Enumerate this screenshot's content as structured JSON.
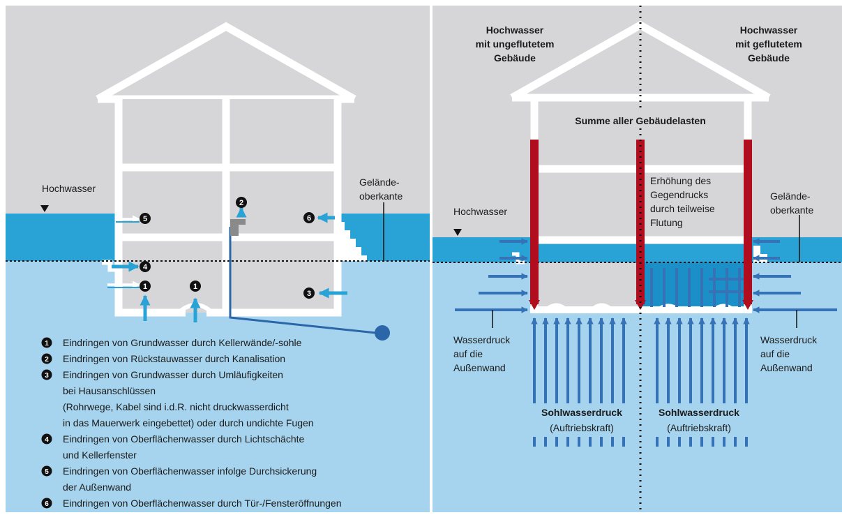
{
  "colors": {
    "sky": "#d6d6d8",
    "ground": "#a6d4ee",
    "flood": "#29a3d6",
    "flood_dark": "#1b8fc8",
    "arrow": "#3672b6",
    "red_load": "#b00d1f",
    "wall": "#ffffff",
    "pipe": "#2a66a8"
  },
  "left_panel": {
    "flood_label": "Hochwasser",
    "ground_level_label": [
      "Gelände-",
      "oberkante"
    ],
    "markers": [
      "1",
      "1",
      "2",
      "3",
      "4",
      "5",
      "6"
    ],
    "legend": [
      {
        "num": "1",
        "lines": [
          "Eindringen von Grundwasser durch Kellerwände/-sohle"
        ]
      },
      {
        "num": "2",
        "lines": [
          "Eindringen von Rückstauwasser durch Kanalisation"
        ]
      },
      {
        "num": "3",
        "lines": [
          "Eindringen von Grundwasser durch Umläufigkeiten",
          "bei Hausanschlüssen",
          "(Rohrwege, Kabel sind i.d.R. nicht druckwasserdicht",
          "in das Mauerwerk eingebettet) oder durch undichte Fugen"
        ]
      },
      {
        "num": "4",
        "lines": [
          "Eindringen von Oberflächenwasser durch Lichtschächte",
          "und Kellerfenster"
        ]
      },
      {
        "num": "5",
        "lines": [
          "Eindringen von Oberflächenwasser infolge Durchsickerung",
          "der Außenwand"
        ]
      },
      {
        "num": "6",
        "lines": [
          "Eindringen von Oberflächenwasser durch Tür-/Fensteröffnungen"
        ]
      }
    ]
  },
  "right_panel": {
    "title_left": [
      "Hochwasser",
      "mit ungeflutetem",
      "Gebäude"
    ],
    "title_right": [
      "Hochwasser",
      "mit geflutetem",
      "Gebäude"
    ],
    "load_label": "Summe aller Gebäudelasten",
    "counter_pressure": [
      "Erhöhung des",
      "Gegendrucks",
      "durch teilweise",
      "Flutung"
    ],
    "flood_label": "Hochwasser",
    "ground_level_label": [
      "Gelände-",
      "oberkante"
    ],
    "wall_pressure_left": [
      "Wasserdruck",
      "auf die",
      "Außenwand"
    ],
    "wall_pressure_right": [
      "Wasserdruck",
      "auf die",
      "Außenwand"
    ],
    "uplift_left": [
      "Sohlwasserdruck",
      "(Auftriebskraft)"
    ],
    "uplift_right": [
      "Sohlwasserdruck",
      "(Auftriebskraft)"
    ]
  }
}
